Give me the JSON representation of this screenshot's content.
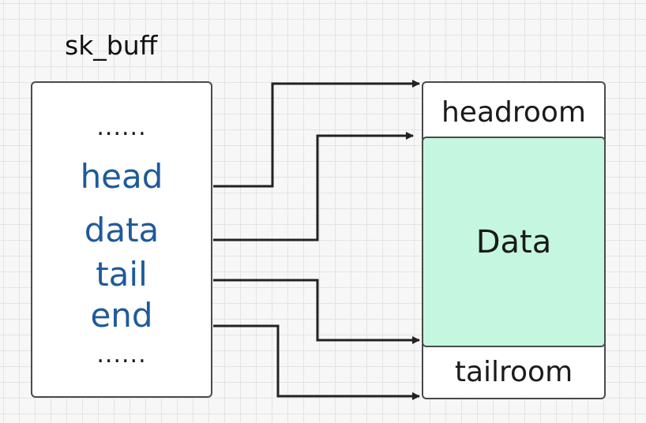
{
  "struct": {
    "title": "sk_buff",
    "dots_top": "......",
    "fields": {
      "head": "head",
      "data": "data",
      "tail": "tail",
      "end": "end"
    },
    "dots_bottom": "......"
  },
  "buffer": {
    "headroom": "headroom",
    "data": "Data",
    "tailroom": "tailroom",
    "data_fill_color": "#c5f7e0"
  },
  "colors": {
    "field_text": "#1f5a9a",
    "border": "#4a4a4a",
    "arrow": "#222222"
  }
}
